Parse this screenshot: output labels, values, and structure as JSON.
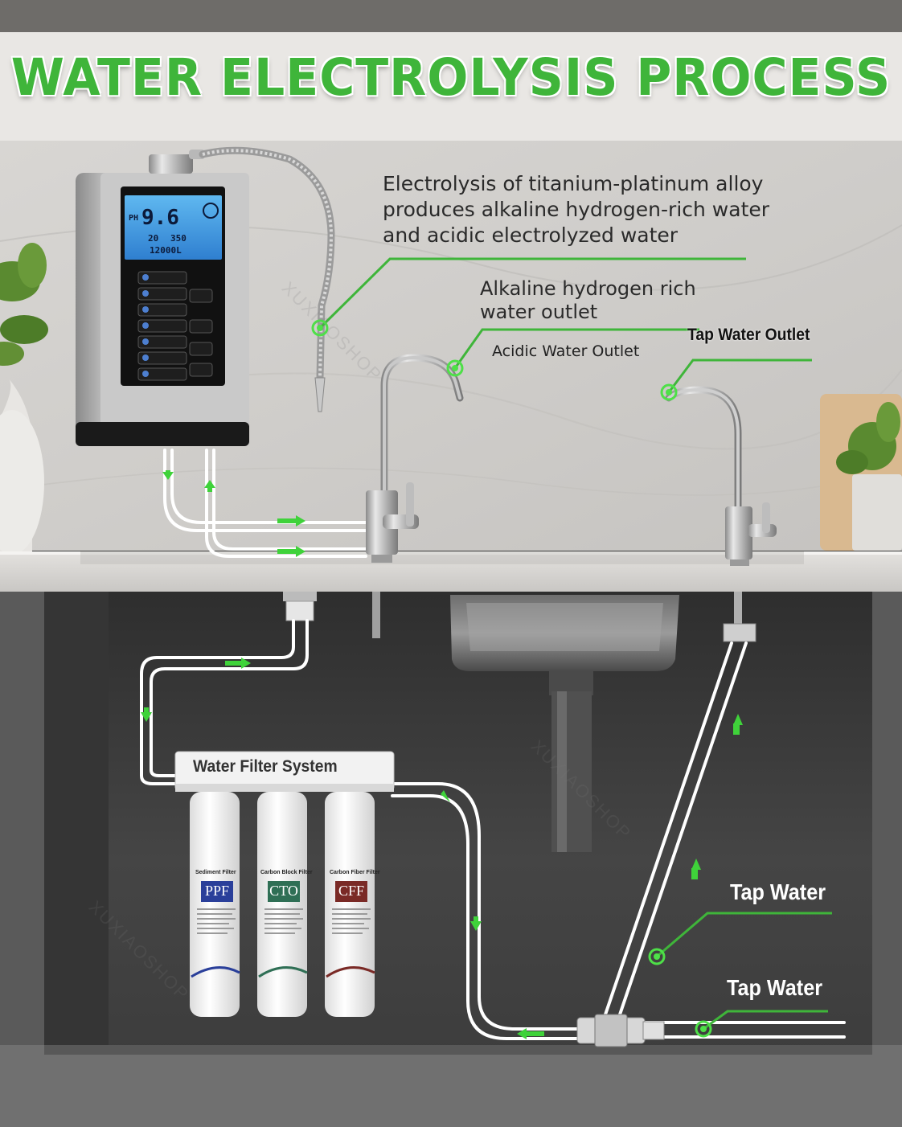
{
  "title": "WATER ELECTROLYSIS PROCESS",
  "labels": {
    "electrolysis_description": "Electrolysis of titanium-platinum alloy produces alkaline hydrogen-rich water and acidic electrolyzed water",
    "alkaline_outlet": "Alkaline hydrogen rich water outlet",
    "acidic_outlet": "Acidic Water Outlet",
    "tap_water_outlet": "Tap Water Outlet",
    "tap_water_1": "Tap Water",
    "tap_water_2": "Tap Water",
    "filter_system": "Water Filter System"
  },
  "display": {
    "ph_label": "PH",
    "ph_value": "9.6",
    "temp": "20",
    "orp": "350",
    "volume": "12000L"
  },
  "cartridges": [
    {
      "title": "Sediment Filter",
      "code": "PPF",
      "color": "#2a3f9a"
    },
    {
      "title": "Carbon Block Filter",
      "code": "CTO",
      "color": "#2f6f55"
    },
    {
      "title": "Carbon Fiber Filter",
      "code": "CFF",
      "color": "#7a2a26"
    }
  ],
  "watermark": "XUXIAOSHOP",
  "colors": {
    "accent": "#3fb53a",
    "pipe": "#ffffff",
    "arrow": "#3fd23a"
  }
}
